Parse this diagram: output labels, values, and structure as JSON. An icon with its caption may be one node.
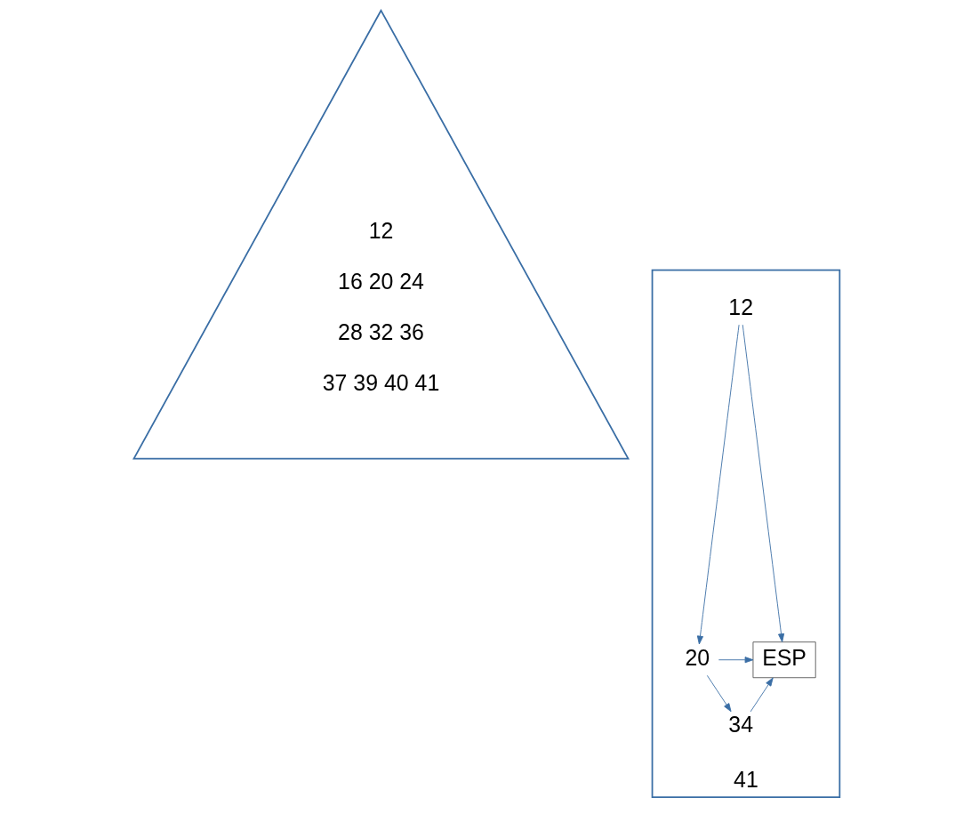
{
  "diagram": {
    "nodes": [
      {
        "text": [
          "12",
          "16 20 24",
          "28 32 36",
          "37 39 40 41"
        ]
      },
      {
        "text": [
          "41"
        ]
      },
      {
        "text": [
          "12"
        ],
        "in": 1
      },
      {
        "text": [
          "ESP"
        ],
        "in": 1
      },
      {
        "text": [
          "20"
        ],
        "in": 1
      },
      {
        "text": [
          "34"
        ],
        "in": 1
      }
    ],
    "edges": [
      {
        "from": 2,
        "to": 3,
        "arrow": "to"
      },
      {
        "from": 2,
        "to": 4,
        "arrow": "to"
      },
      {
        "from": 4,
        "to": 3,
        "arrow": "to"
      },
      {
        "from": 4,
        "to": 5,
        "arrow": "to"
      },
      {
        "from": 5,
        "to": 3,
        "arrow": "to"
      }
    ]
  }
}
